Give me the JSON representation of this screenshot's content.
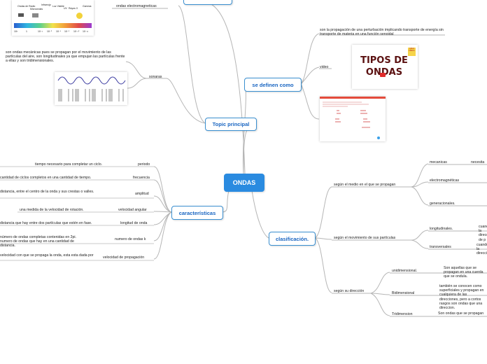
{
  "central": "ONDAS",
  "topic": "Topic principal",
  "definen": {
    "label": "se definen como",
    "def": "son la propagación de una perturbación implicando transporte de energía sin transporte de materia en una función senoidal",
    "video_label": "video",
    "video_title": "TIPOS DE ONDAS",
    "video_badge": "AULA FÍSICA"
  },
  "electromagneticas_label": "ondas electromagneticas",
  "spectrum": {
    "labels": [
      "Ondas de Radio",
      "Microondas",
      "Infrarrojo",
      "Luz Visible",
      "UV",
      "Rayos X",
      "Gamma"
    ],
    "scale": [
      "10³",
      "1",
      "10⁻²",
      "10⁻⁵",
      "10⁻⁶",
      "10⁻⁸",
      "10⁻¹⁰",
      "10⁻¹²"
    ]
  },
  "sonoras": {
    "label": "sonaras",
    "desc": "son ondas mecánicas pues se propagan por el movimiento de las partículas del aire, son longitudinales ya que empujan las partículas frente a ellas y son tridimensionales."
  },
  "caracteristicas": {
    "label": "características",
    "items": [
      {
        "name": "periodo",
        "desc": "tiempo necesario para completar un ciclo."
      },
      {
        "name": "frecuencia",
        "desc": "cantidad de ciclos completos en una cantidad de tiempo."
      },
      {
        "name": "amplitud",
        "desc": "distancia, entre el centro de la onda y sus crestas o valles."
      },
      {
        "name": "velocidad angular",
        "desc": "una medida de la velocidad de rotación."
      },
      {
        "name": "longitud de onda",
        "desc": "distancia que hay entre dos partículas que estén en fase."
      },
      {
        "name": "numero de ondas k",
        "desc": "número de ondas completas contenidas en 2pi. numero de ondas que hay en una cantidad de distancia."
      },
      {
        "name": "velocidad de propagación",
        "desc": "velocidad con que se propaga la onda, esta esta dada por"
      }
    ]
  },
  "clasificacion": {
    "label": "clasificación.",
    "medio": {
      "label": "según el medio en el que se propagan",
      "items": [
        "mecanicas",
        "electromagnéticas",
        "generacionales."
      ],
      "mec_detail": "necesita"
    },
    "movimiento": {
      "label": "según el movimiento de sus partículas",
      "items": [
        "longitudinales.",
        "transversales"
      ],
      "long_detail": "cuando la dirección de p",
      "trans_detail": "cuando la dirección"
    },
    "direccion": {
      "label": "según su dirección",
      "items": [
        {
          "name": "unidimensional.",
          "desc": "Son aquellas que se propagan en una cuerda que se ondula."
        },
        {
          "name": "Bidimensional",
          "desc": "también se conocen como superficiales y propagan en cualquiera de las direcciones, pero a cortos rasgos son ondas que una direccion."
        },
        {
          "name": "Tridimension",
          "desc": "Son ondas que se propagan"
        }
      ]
    }
  },
  "colors": {
    "accent": "#2a8be0",
    "line": "#b0b0b0",
    "node_border": "#3a8fd0"
  }
}
